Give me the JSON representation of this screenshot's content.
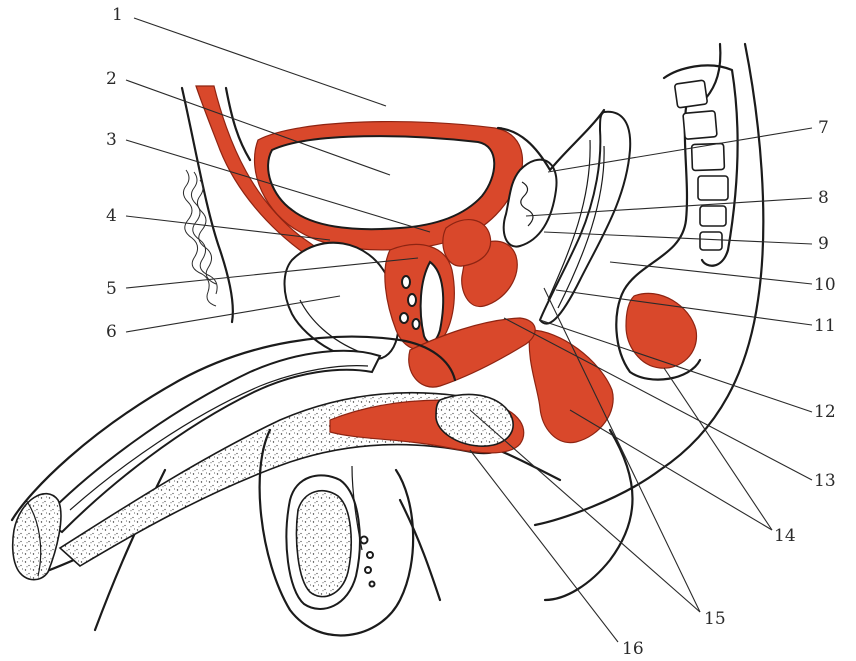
{
  "labels": [
    {
      "id": "1",
      "text": "1"
    },
    {
      "id": "2",
      "text": "2"
    },
    {
      "id": "3",
      "text": "3"
    },
    {
      "id": "4",
      "text": "4"
    },
    {
      "id": "5",
      "text": "5"
    },
    {
      "id": "6",
      "text": "6"
    },
    {
      "id": "7",
      "text": "7"
    },
    {
      "id": "8",
      "text": "8"
    },
    {
      "id": "9",
      "text": "9"
    },
    {
      "id": "10",
      "text": "10"
    },
    {
      "id": "11",
      "text": "11"
    },
    {
      "id": "12",
      "text": "12"
    },
    {
      "id": "13",
      "text": "13"
    },
    {
      "id": "14",
      "text": "14"
    },
    {
      "id": "15",
      "text": "15"
    },
    {
      "id": "16",
      "text": "16"
    }
  ],
  "colors": {
    "muscle": "#d9482b",
    "outline": "#1b1b1b",
    "background": "#ffffff"
  }
}
